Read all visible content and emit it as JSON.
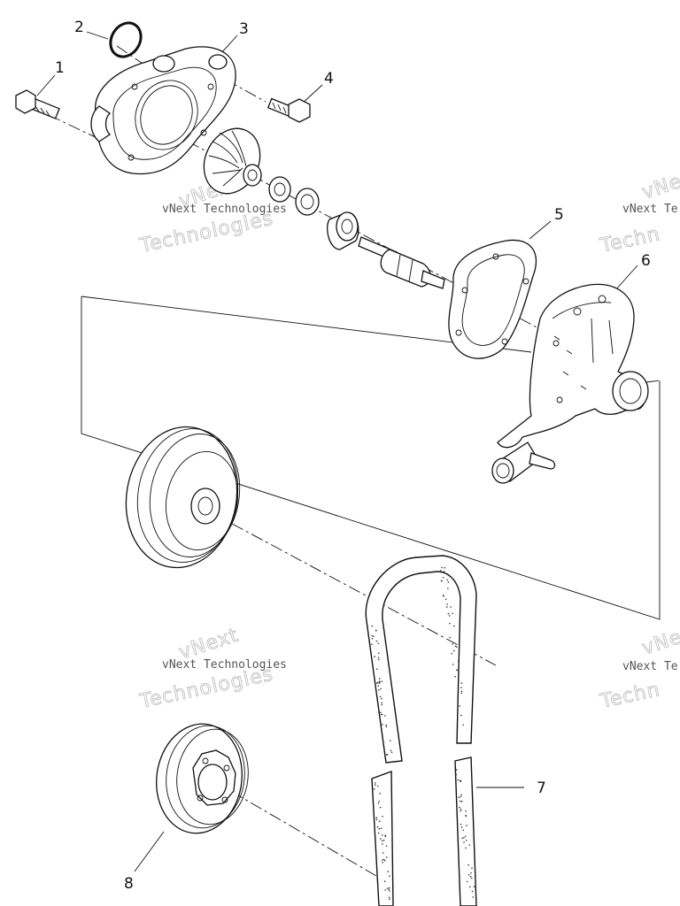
{
  "callouts": {
    "c1": "1",
    "c2": "2",
    "c3": "3",
    "c4": "4",
    "c5": "5",
    "c6": "6",
    "c7": "7",
    "c8": "8"
  },
  "watermark": {
    "company": "vNext Technologies",
    "word_vnext": "vNext",
    "word_technologies": "Technologies",
    "word_tech_partial": "Techn",
    "company_partial": "vNext Te",
    "vnext_partial": "vNe"
  }
}
